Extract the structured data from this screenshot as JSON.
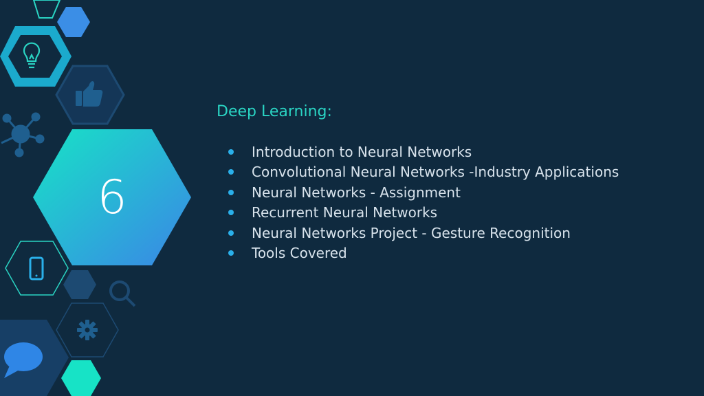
{
  "slide": {
    "number": "6",
    "title": "Deep Learning:",
    "topics": [
      "Introduction to Neural Networks",
      "Convolutional Neural Networks -Industry Applications",
      "Neural Networks - Assignment",
      "Recurrent Neural Networks",
      "Neural Networks Project - Gesture Recognition",
      "Tools Covered"
    ]
  },
  "colors": {
    "background": "#0f2a3f",
    "accent_teal": "#2ad4c3",
    "accent_blue": "#2f86e6",
    "bullet": "#2ab0ea"
  },
  "icons": [
    "lightbulb-icon",
    "thumbs-up-icon",
    "network-icon",
    "smartphone-icon",
    "magnifier-icon",
    "gear-icon",
    "chat-bubble-icon"
  ]
}
